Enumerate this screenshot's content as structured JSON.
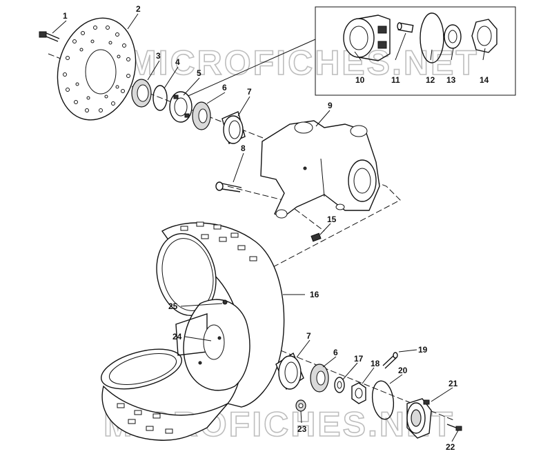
{
  "watermark": "MICROFICHES.NET",
  "parts": {
    "p1": "1",
    "p2": "2",
    "p3": "3",
    "p4": "4",
    "p5": "5",
    "p6a": "6",
    "p7a": "7",
    "p8": "8",
    "p9": "9",
    "p10": "10",
    "p11": "11",
    "p12": "12",
    "p13": "13",
    "p14": "14",
    "p15": "15",
    "p16": "16",
    "p25": "25",
    "p24": "24",
    "p7b": "7",
    "p6b": "6",
    "p17": "17",
    "p18": "18",
    "p19": "19",
    "p20": "20",
    "p21": "21",
    "p22": "22",
    "p23": "23"
  }
}
